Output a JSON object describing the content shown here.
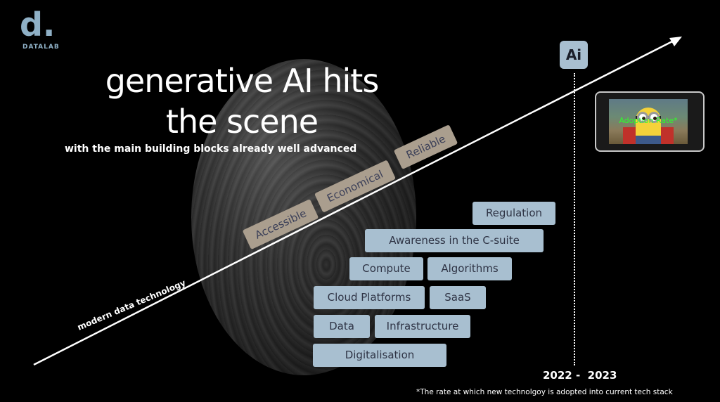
{
  "logo": {
    "mark": "d.",
    "name": "DATALAB"
  },
  "title": {
    "line1": "generative AI hits",
    "line2": "the scene"
  },
  "subtitle": "with the main building blocks already well advanced",
  "axis_label": "modern data technology",
  "tags": [
    "Accessible",
    "Economical",
    "Reliable"
  ],
  "blocks": {
    "regulation": "Regulation",
    "awareness": "Awareness in the C-suite",
    "compute": "Compute",
    "algorithms": "Algorithms",
    "cloud": "Cloud Platforms",
    "saas": "SaaS",
    "data": "Data",
    "infrastructure": "Infrastructure",
    "digitalisation": "Digitalisation"
  },
  "ai_badge": "Ai",
  "adoption_label": "Adoption Rate*",
  "years": "2022 -  2023",
  "footnote": "*The rate at which new technolgoy is adopted into current tech stack",
  "colors": {
    "background": "#000000",
    "block": "#a8bfd0",
    "tag": "#aa9e8e",
    "logo": "#8fb0c6"
  }
}
